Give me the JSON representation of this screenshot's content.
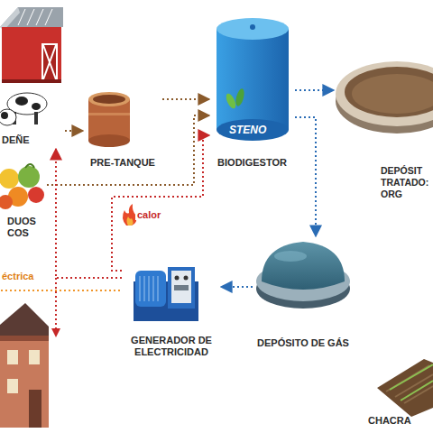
{
  "diagram": {
    "nodes": [
      {
        "text": [
          "DEÑE"
        ]
      },
      {
        "text": [
          "DUOS COS"
        ]
      },
      {
        "text": [
          "PRE-TANQUE"
        ]
      },
      {
        "text": [
          "STENO",
          "BIODIGESTOR"
        ]
      },
      {
        "text": [
          "DEPÓSIT TRATADO: ORG"
        ]
      },
      {
        "text": [
          "DEPÓSITO DE GÁS"
        ]
      },
      {
        "text": [
          "GENERADOR DE ELECTRICIDAD"
        ]
      },
      {
        "text": [
          "CHACRA"
        ]
      }
    ],
    "edges": [
      {
        "from": 0,
        "to": 2,
        "arrow": "to"
      },
      {
        "from": 1,
        "to": 3,
        "arrow": "to"
      },
      {
        "from": 2,
        "to": 3,
        "arrow": "to"
      },
      {
        "from": 3,
        "to": 4,
        "arrow": "to"
      },
      {
        "from": 3,
        "to": 5,
        "arrow": "to"
      },
      {
        "from": 5,
        "to": 6,
        "arrow": "to"
      },
      {
        "from": 6,
        "to": 3,
        "label": "calor",
        "arrow": "to"
      },
      {
        "from": 6,
        "to": 0,
        "arrow": "to"
      }
    ],
    "labels": [
      "éctrica"
    ]
  }
}
